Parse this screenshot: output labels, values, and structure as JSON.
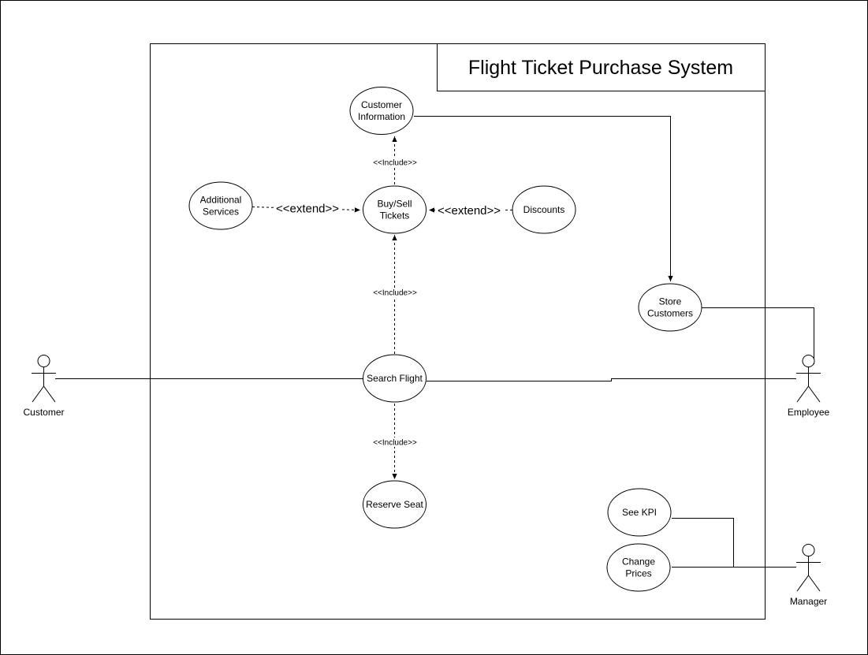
{
  "colors": {
    "stroke": "#000000",
    "fill": "#ffffff",
    "text": "#000000"
  },
  "system": {
    "title": "Flight Ticket Purchase System"
  },
  "actors": {
    "customer": "Customer",
    "employee": "Employee",
    "manager": "Manager"
  },
  "use_cases": {
    "customer_information": [
      "Customer",
      "Information"
    ],
    "buy_sell_tickets": [
      "Buy/Sell",
      "Tickets"
    ],
    "additional_services": [
      "Additional",
      "Services"
    ],
    "discounts": [
      "Discounts"
    ],
    "store_customers": [
      "Store",
      "Customers"
    ],
    "search_flight": [
      "Search Flight"
    ],
    "reserve_seat": [
      "Reserve Seat"
    ],
    "see_kpi": [
      "See KPI"
    ],
    "change_prices": [
      "Change",
      "Prices"
    ]
  },
  "relations": {
    "include_label": "<<Include>>",
    "extend_label": "<<extend>>"
  }
}
